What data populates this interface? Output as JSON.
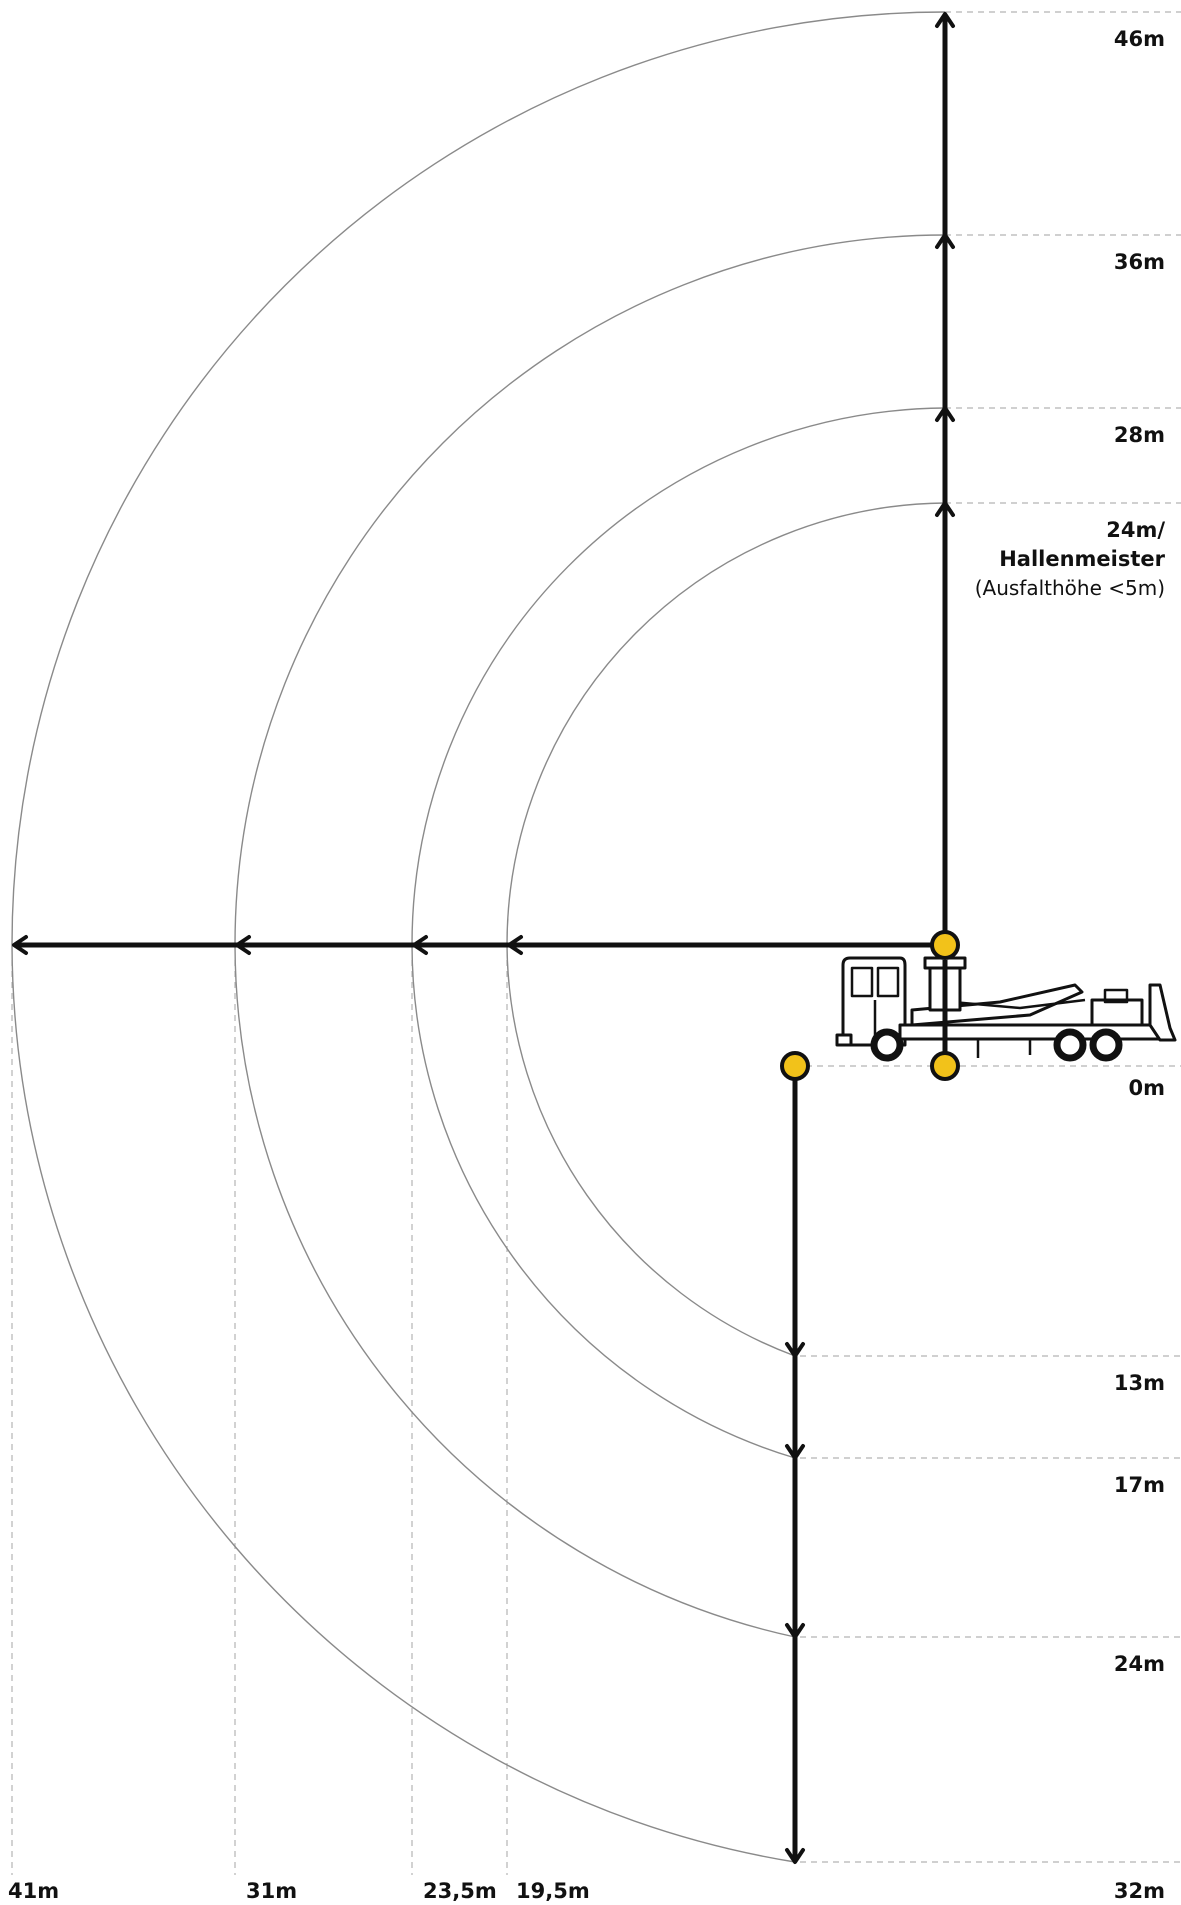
{
  "labels": {
    "height_46": "46m",
    "height_36": "36m",
    "height_28": "28m",
    "height_24": "24m/",
    "hallenmeister": "Hallenmeister",
    "ausfalthoehe": "(Ausfalthöhe <5m)",
    "ground": "0m",
    "depth_13": "13m",
    "depth_17": "17m",
    "depth_24": "24m",
    "depth_32": "32m",
    "reach_41": "41m",
    "reach_31": "31m",
    "reach_23_5": "23,5m",
    "reach_19_5": "19,5m"
  },
  "colors": {
    "marker": "#f2c21a",
    "arrow": "#111111",
    "arc": "#8a8a8a",
    "guide": "#b5b5b5"
  },
  "icons": {
    "vehicle": "truck-mounted-aerial-platform-icon",
    "pivot": "yellow-circle-marker"
  }
}
